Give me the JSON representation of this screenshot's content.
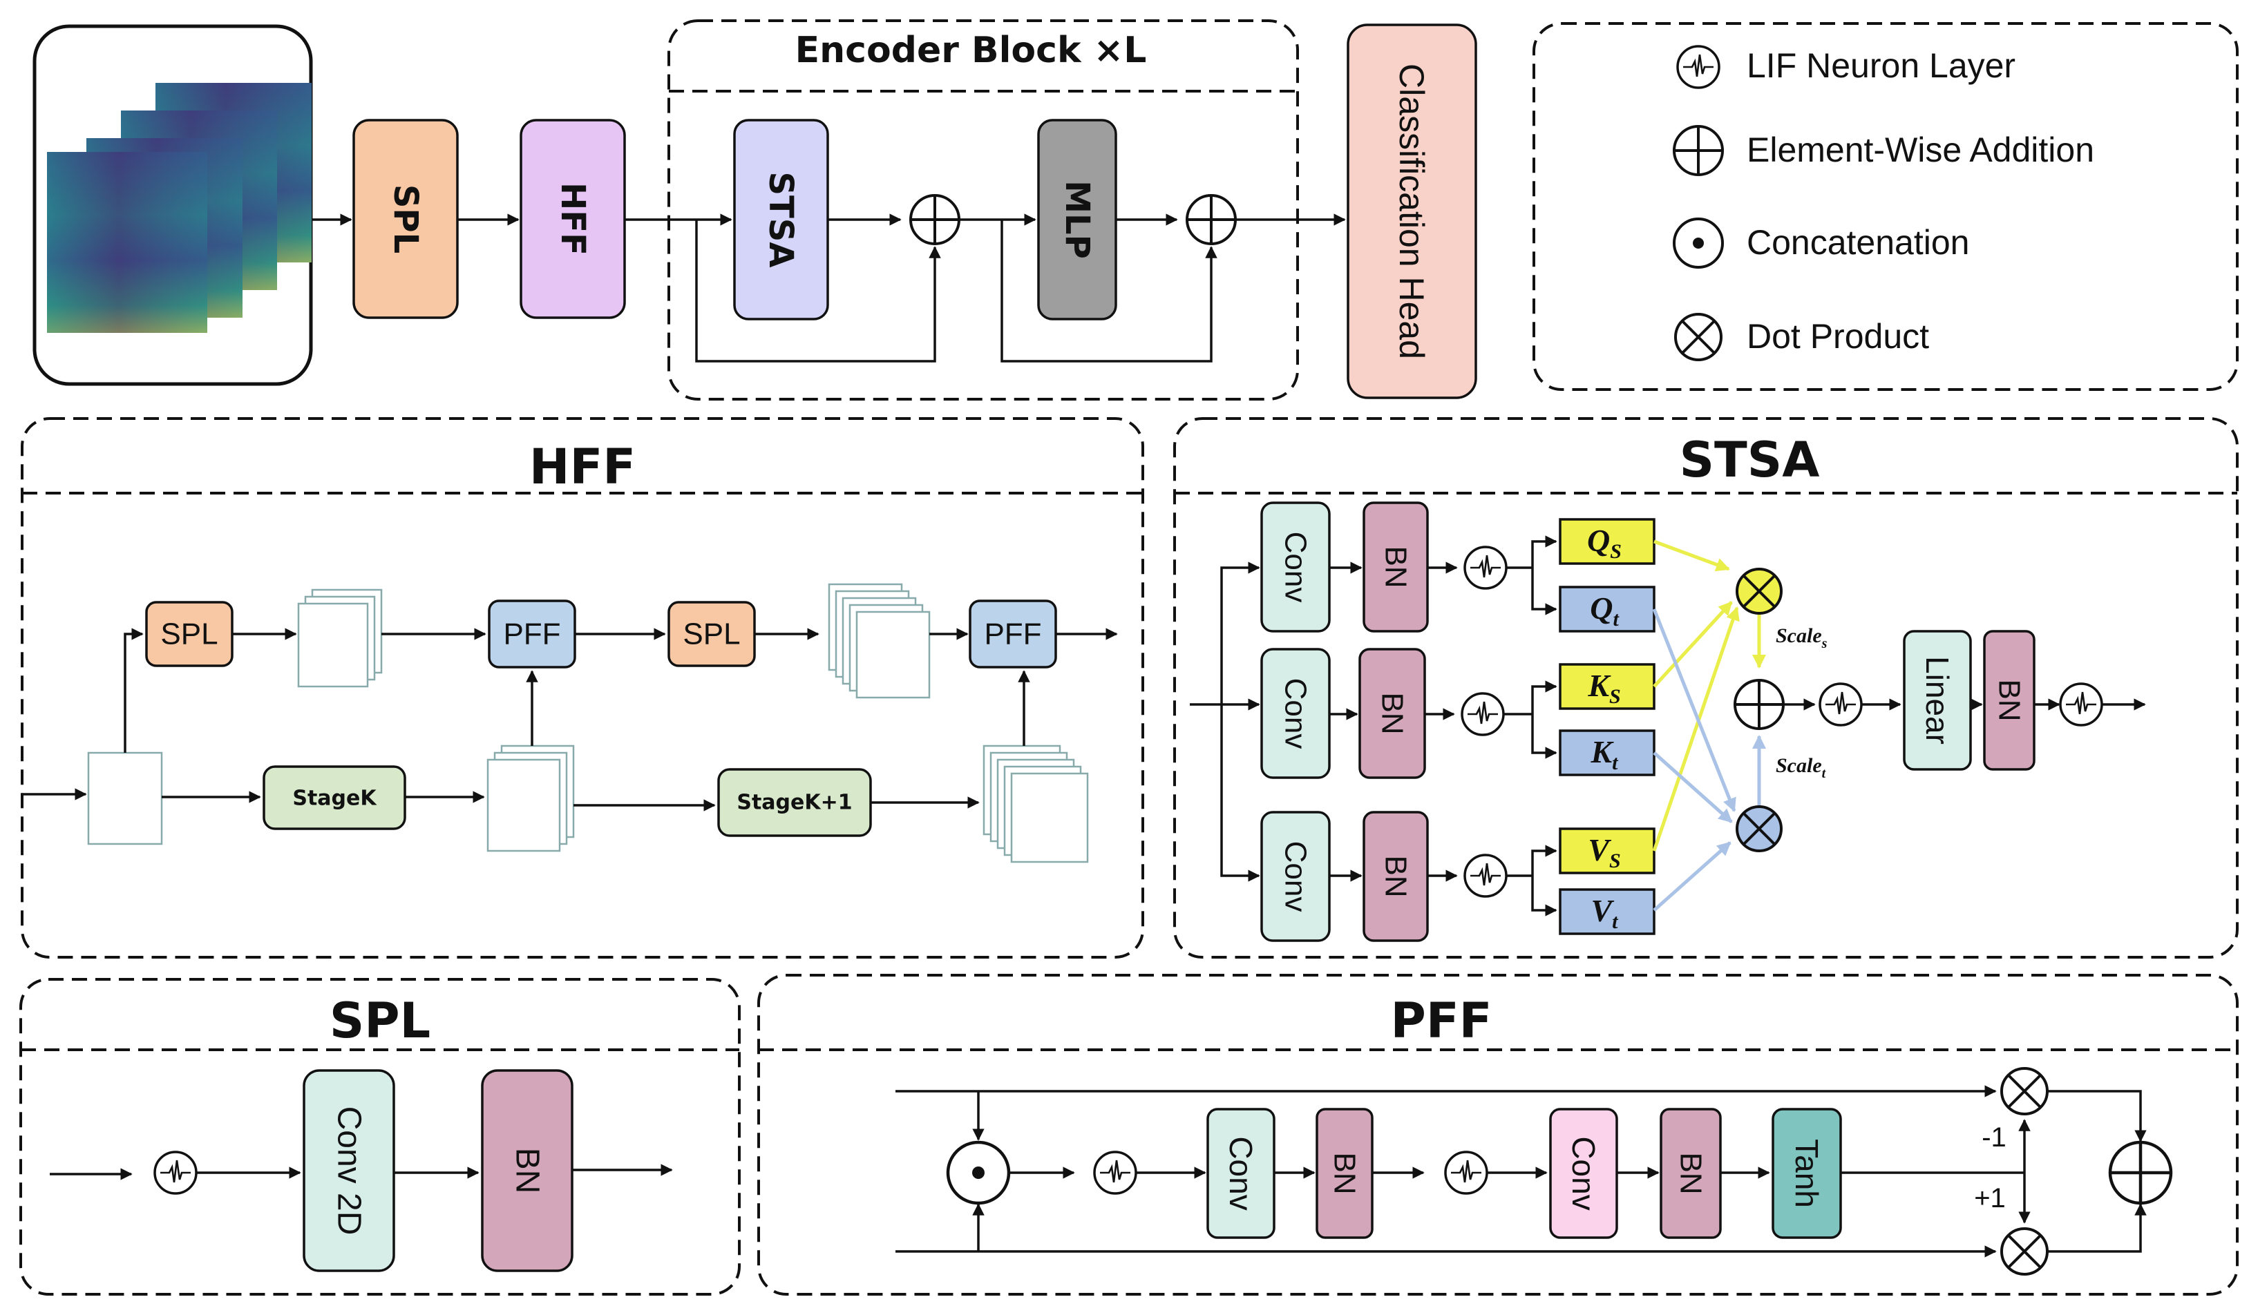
{
  "top": {
    "encoder_title": "Encoder Block ×L",
    "spl": "SPL",
    "hff": "HFF",
    "stsa": "STSA",
    "mlp": "MLP",
    "head": "Classification Head"
  },
  "legend": {
    "lif": "LIF Neuron Layer",
    "add": "Element-Wise Addition",
    "concat": "Concatenation",
    "dot": "Dot Product"
  },
  "hff_panel": {
    "title": "HFF",
    "spl1": "SPL",
    "pff1": "PFF",
    "spl2": "SPL",
    "pff2": "PFF",
    "stagek": "StageK",
    "stagek1": "StageK+1"
  },
  "stsa_panel": {
    "title": "STSA",
    "conv": "Conv",
    "bn": "BN",
    "qs_main": "Q",
    "qs_sub": "S",
    "qt_main": "Q",
    "qt_sub": "t",
    "ks_main": "K",
    "ks_sub": "S",
    "kt_main": "K",
    "kt_sub": "t",
    "vs_main": "V",
    "vs_sub": "S",
    "vt_main": "V",
    "vt_sub": "t",
    "scale_s_main": "Scale",
    "scale_s_sub": "s",
    "scale_t_main": "Scale",
    "scale_t_sub": "t",
    "linear": "Linear"
  },
  "spl_panel": {
    "title": "SPL",
    "conv2d": "Conv 2D",
    "bn": "BN"
  },
  "pff_panel": {
    "title": "PFF",
    "conv": "Conv",
    "bn": "BN",
    "tanh": "Tanh",
    "minus1": "-1",
    "plus1": "+1"
  },
  "colors": {
    "spl": "#f8c8a4",
    "hff": "#e6c4f4",
    "stsa": "#d4d5f8",
    "mlp": "#9e9e9e",
    "head": "#f8d2c8",
    "pff": "#bcd3ec",
    "stage": "#d8e8cb",
    "conv": "#d7ede7",
    "bn": "#d4a6b9",
    "q_yellow": "#f0f04a",
    "q_blue": "#a9c2e6",
    "conv_pink": "#fbd4ec",
    "tanh": "#7fc4bf"
  }
}
